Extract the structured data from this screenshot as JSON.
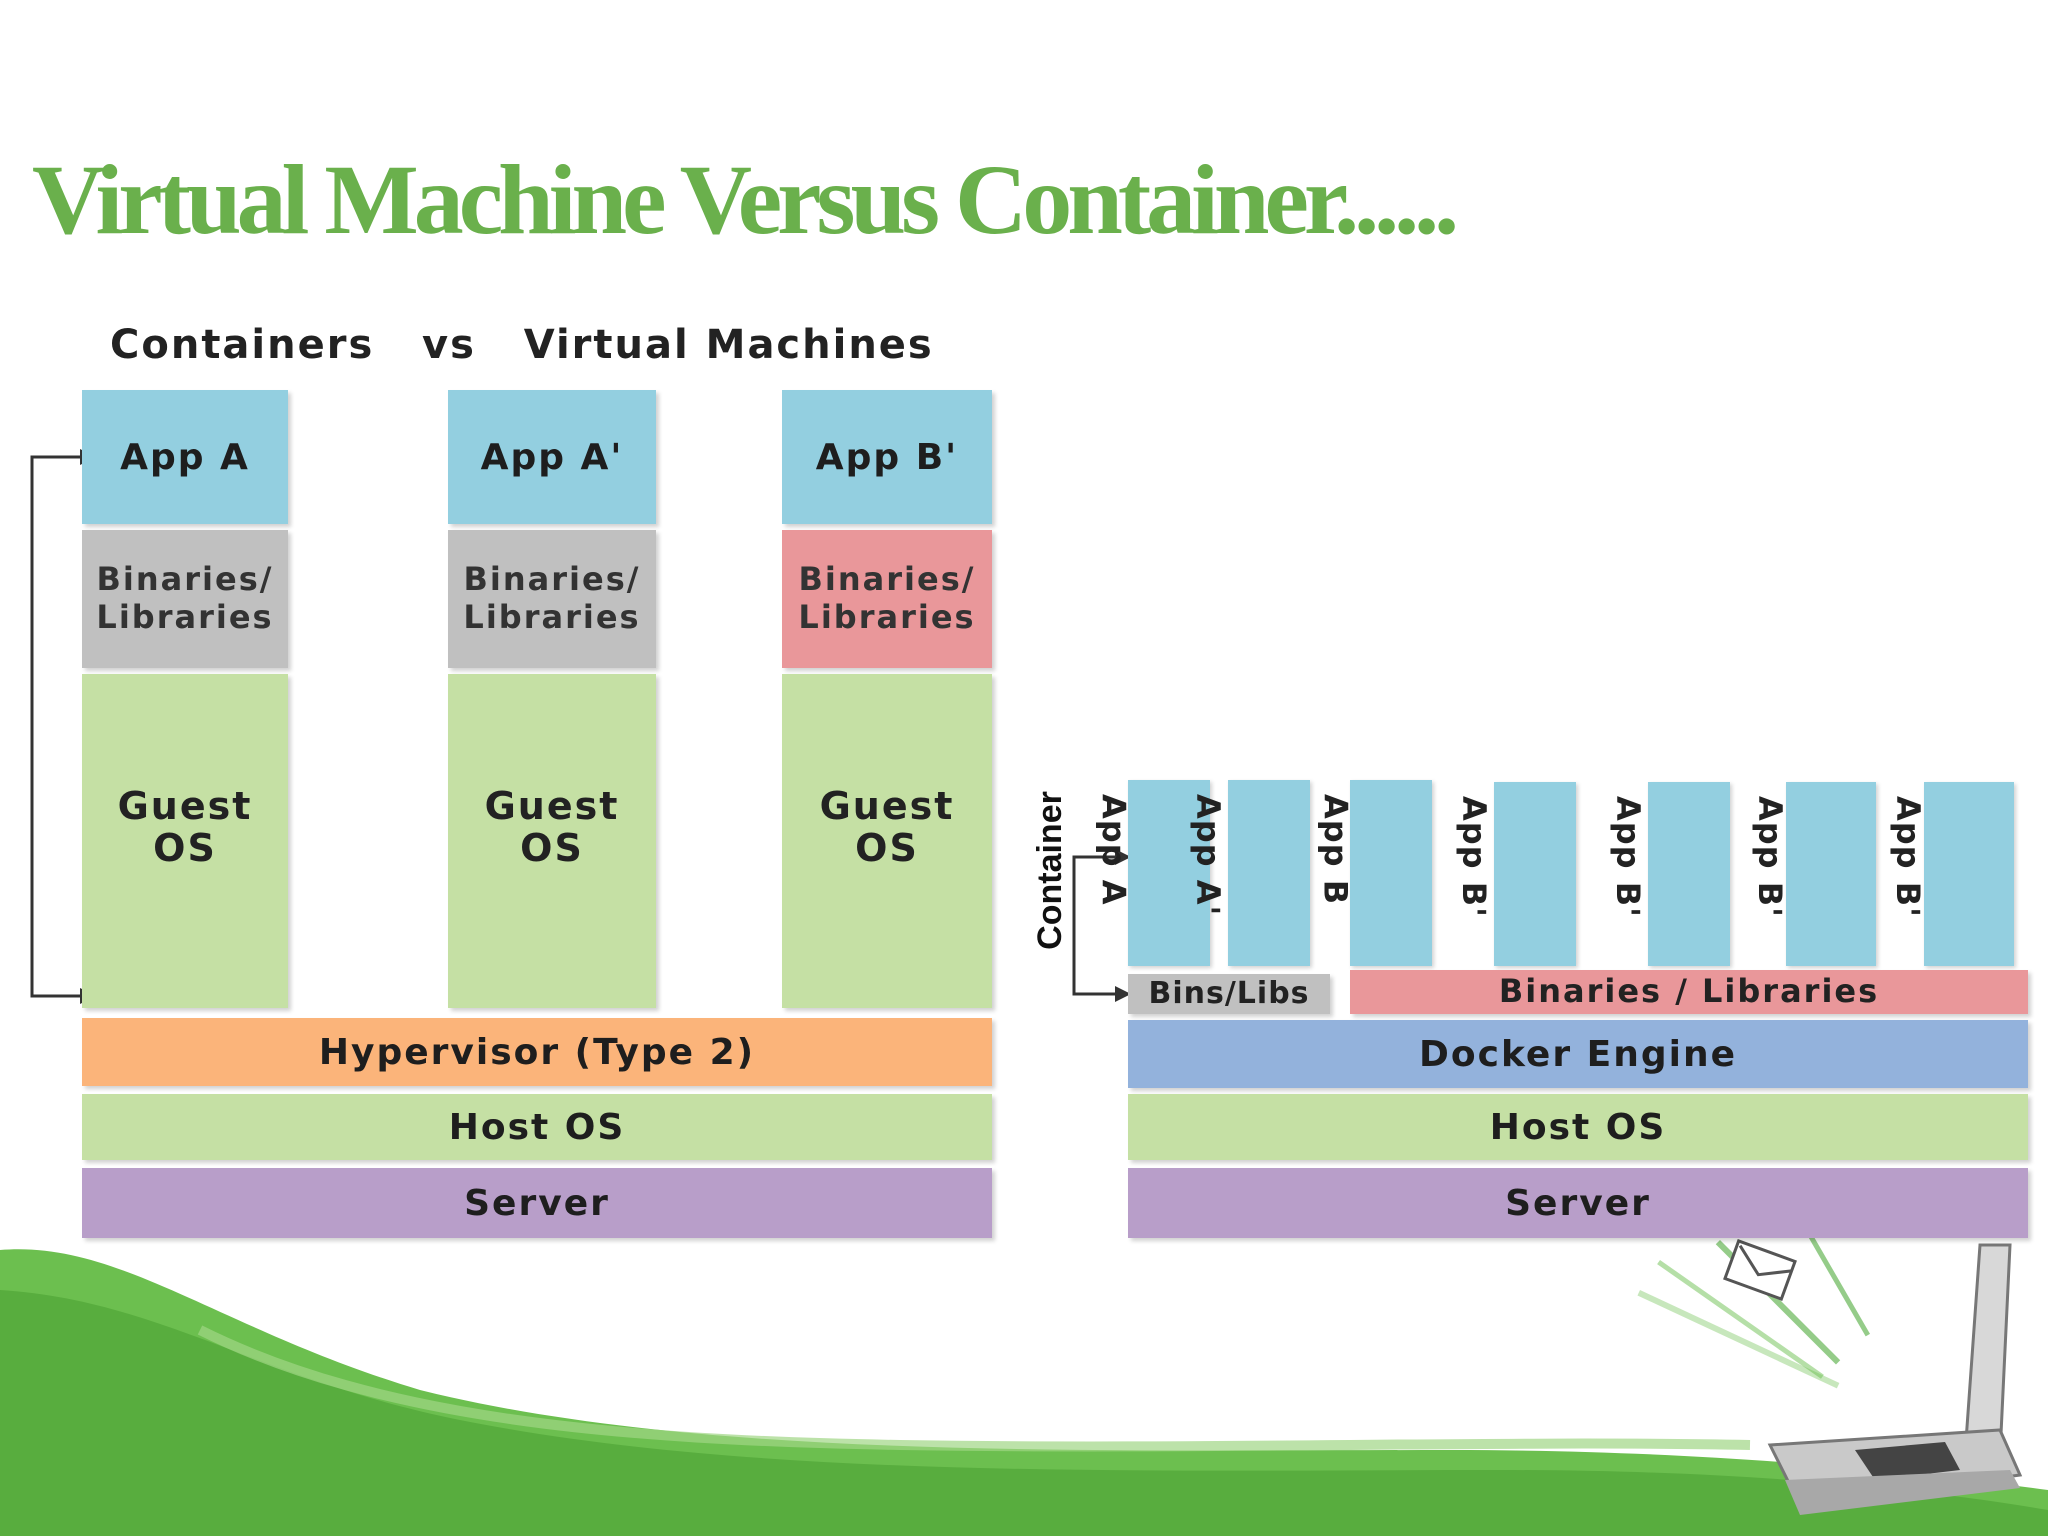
{
  "slide": {
    "title": "Virtual Machine Versus Container......"
  },
  "diagram": {
    "subtitle": "Containers   vs   Virtual Machines",
    "vm": {
      "columns": [
        {
          "app": "App A",
          "bins": "Binaries/\nLibraries",
          "guest": "Guest\nOS"
        },
        {
          "app": "App A'",
          "bins": "Binaries/\nLibraries",
          "guest": "Guest\nOS"
        },
        {
          "app": "App B'",
          "bins": "Binaries/\nLibraries",
          "guest": "Guest\nOS"
        }
      ],
      "hypervisor": "Hypervisor (Type 2)",
      "host_os": "Host OS",
      "server": "Server"
    },
    "container": {
      "label": "Container",
      "apps": [
        "App A",
        "App A'",
        "App B",
        "App B'",
        "App B'",
        "App B'",
        "App B'"
      ],
      "bins_libs": "Bins/Libs",
      "binaries_libraries": "Binaries / Libraries",
      "docker_engine": "Docker Engine",
      "host_os": "Host OS",
      "server": "Server"
    }
  },
  "colors": {
    "title_green": "#6ab04c",
    "app_blue": "#93cfe0",
    "bins_gray": "#c0c0c0",
    "bins_red": "#e9979a",
    "guest_green": "#c5e0a4",
    "hypervisor_orange": "#fbb47a",
    "server_purple": "#b89ec9",
    "docker_blue": "#93b2dc"
  }
}
